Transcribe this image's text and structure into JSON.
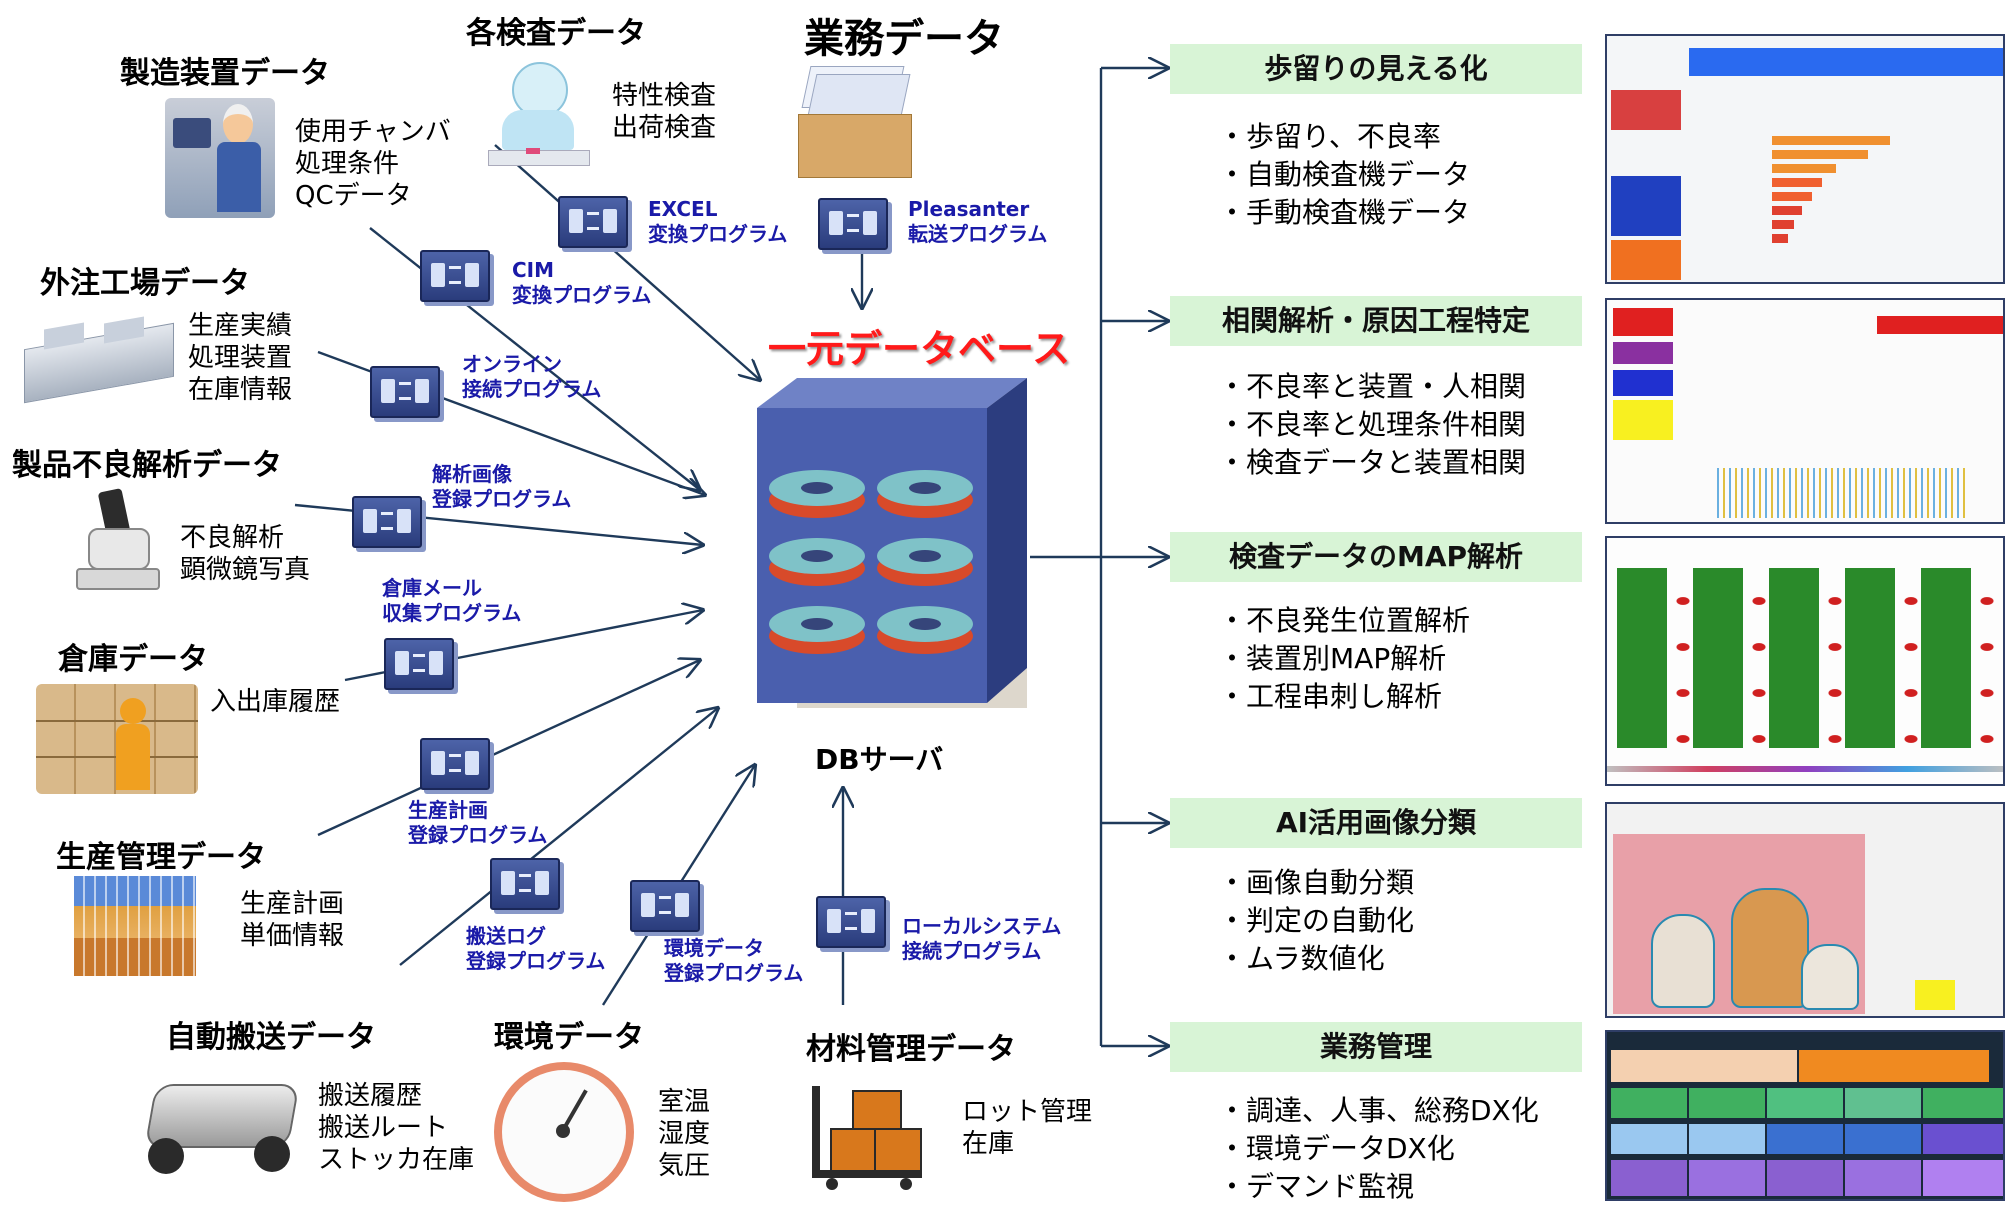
{
  "title": "業務データ",
  "database": {
    "title": "一元データベース",
    "server_label": "DBサーバ"
  },
  "sources": [
    {
      "name": "製造装置データ",
      "items": [
        "使用チャンバ",
        "処理条件",
        "QCデータ"
      ],
      "icon": "factory-worker-icon"
    },
    {
      "name": "各検査データ",
      "items": [
        "特性検査",
        "出荷検査"
      ],
      "icon": "inspector-icon"
    },
    {
      "name": "外注工場データ",
      "items": [
        "生産実績",
        "処理装置",
        "在庫情報"
      ],
      "icon": "factory-building-icon"
    },
    {
      "name": "製品不良解析データ",
      "items": [
        "不良解析",
        "顕微鏡写真"
      ],
      "icon": "microscope-icon"
    },
    {
      "name": "倉庫データ",
      "items": [
        "入出庫履歴"
      ],
      "icon": "warehouse-icon"
    },
    {
      "name": "生産管理データ",
      "items": [
        "生産計画",
        "単価情報"
      ],
      "icon": "production-chart-icon"
    },
    {
      "name": "自動搬送データ",
      "items": [
        "搬送履歴",
        "搬送ルート",
        "ストッカ在庫"
      ],
      "icon": "agv-icon"
    },
    {
      "name": "環境データ",
      "items": [
        "室温",
        "湿度",
        "気圧"
      ],
      "icon": "thermometer-icon"
    },
    {
      "name": "材料管理データ",
      "items": [
        "ロット管理",
        "在庫"
      ],
      "icon": "cart-icon"
    }
  ],
  "programs": {
    "excel": [
      "EXCEL",
      "変換プログラム"
    ],
    "pleasanter": [
      "Pleasanter",
      "転送プログラム"
    ],
    "cim": [
      "CIM",
      "変換プログラム"
    ],
    "online": [
      "オンライン",
      "接続プログラム"
    ],
    "image": [
      "解析画像",
      "登録プログラム"
    ],
    "mail": [
      "倉庫メール",
      "収集プログラム"
    ],
    "plan": [
      "生産計画",
      "登録プログラム"
    ],
    "transport": [
      "搬送ログ",
      "登録プログラム"
    ],
    "env": [
      "環境データ",
      "登録プログラム"
    ],
    "local": [
      "ローカルシステム",
      "接続プログラム"
    ]
  },
  "outputs": [
    {
      "title": "歩留りの見える化",
      "items": [
        "・歩留り、不良率",
        "・自動検査機データ",
        "・手動検査機データ"
      ],
      "icon": "dashboard-thumbnail-icon"
    },
    {
      "title": "相関解析・原因工程特定",
      "items": [
        "・不良率と装置・人相関",
        "・不良率と処理条件相関",
        "・検査データと装置相関"
      ],
      "icon": "correlation-thumbnail-icon"
    },
    {
      "title": "検査データのMAP解析",
      "items": [
        "・不良発生位置解析",
        "・装置別MAP解析",
        "・工程串刺し解析"
      ],
      "icon": "wafer-map-thumbnail-icon"
    },
    {
      "title": "AI活用画像分類",
      "items": [
        "・画像自動分類",
        "・判定の自動化",
        "・ムラ数値化"
      ],
      "icon": "ai-dogs-thumbnail-icon"
    },
    {
      "title": "業務管理",
      "items": [
        "・調達、人事、総務DX化",
        "・環境データDX化",
        "・デマンド監視"
      ],
      "icon": "business-thumbnail-icon"
    }
  ],
  "colors": {
    "accent_red": "#ff1a1a",
    "program_blue": "#1a1aa8",
    "header_green": "#d8f4d6",
    "line": "#1f3a5a"
  }
}
